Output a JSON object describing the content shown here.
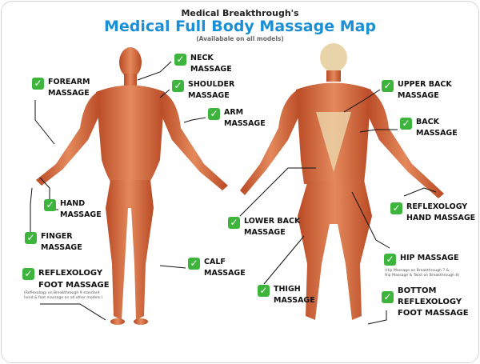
{
  "header": {
    "subtitle_top": "Medical Breakthrough's",
    "title": "Medical Full Body Massage Map",
    "availability": "(Availabale on all models)"
  },
  "colors": {
    "accent": "#1a8fd6",
    "check": "#3db53d",
    "muscle": "#d86a3e"
  },
  "labels": {
    "neck": [
      "NECK",
      "MASSAGE"
    ],
    "forearm": [
      "FOREARM",
      "MASSAGE"
    ],
    "shoulder": [
      "SHOULDER",
      "MASSAGE"
    ],
    "arm": [
      "ARM",
      "MASSAGE"
    ],
    "hand": [
      "HAND",
      "MASSAGE"
    ],
    "finger": [
      "FINGER",
      "MASSAGE"
    ],
    "calf": [
      "CALF",
      "MASSAGE"
    ],
    "foot": [
      "REFLEXOLOGY",
      "FOOT MASSAGE"
    ],
    "upper_back": [
      "UPPER BACK",
      "MASSAGE"
    ],
    "back": [
      "BACK",
      "MASSAGE"
    ],
    "reflex_hand": [
      "REFLEXOLOGY",
      "HAND MASSAGE"
    ],
    "lower_back": [
      "LOWER BACK",
      "MASSAGE"
    ],
    "hip": [
      "HIP MASSAGE"
    ],
    "thigh": [
      "THIGH",
      "MASSAGE"
    ],
    "bottom_foot": [
      "BOTTOM",
      "REFLEXOLOGY",
      "FOOT MASSAGE"
    ]
  },
  "notes": {
    "foot": [
      "(Reflexology on Breakthrough 9 standard",
      "hand & foot massage on all other models.)"
    ],
    "hip": [
      "(Hip Massage on Breakthrough 7 &",
      "Hip Massage & Twist on Breakthrough 8)"
    ]
  },
  "check_icon": "✓"
}
